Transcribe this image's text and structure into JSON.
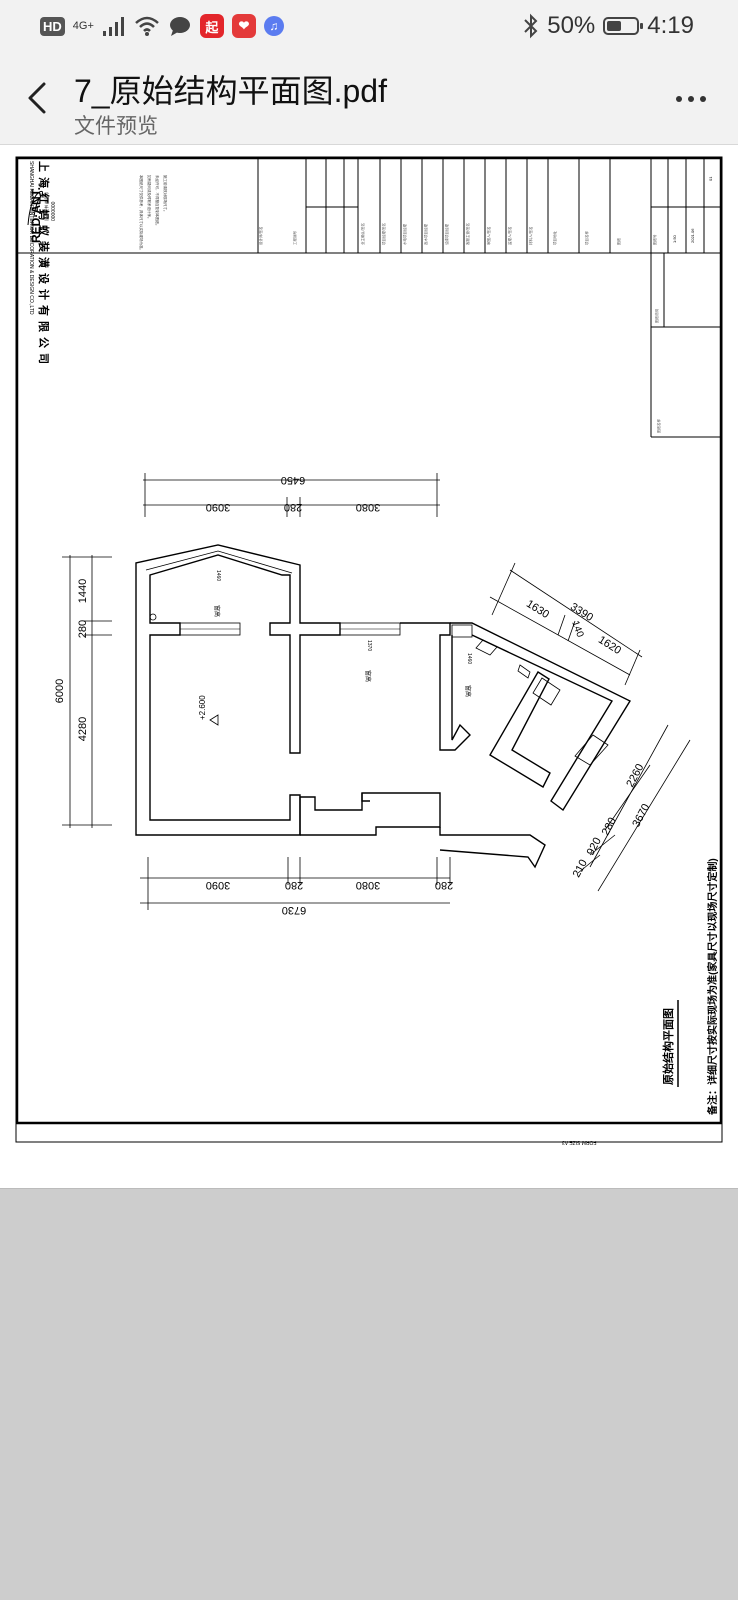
{
  "status_bar": {
    "hd": "HD",
    "network": "4G+",
    "battery_percent": "50%",
    "time": "4:19",
    "battery_level": 0.5
  },
  "header": {
    "title": "7_原始结构平面图.pdf",
    "subtitle": "文件预览"
  },
  "drawing": {
    "company_cn": "上海红蚂蚁装潢设计有限公司",
    "company_en": "SHANGHAI REDANT INTERIOR DECORATION & DESIGN CO.,LTD",
    "logo": "RED·ANT.",
    "logo_sub": "设计证书  编号号",
    "logo_num": "0000000",
    "sheet_title": "原始结构平面图",
    "remark": "备注：详细尺寸按实际现场为准(家具尺寸以现场尺寸定制)",
    "scale": "1:50",
    "date": "2021.06",
    "page_no": "01",
    "dims_top": {
      "total": "6450",
      "segments": [
        "3090",
        "280",
        "3080"
      ]
    },
    "dims_bottom": {
      "total": "6730",
      "segments": [
        "3090",
        "280",
        "3080",
        "280"
      ]
    },
    "dims_left": {
      "total": "6000",
      "segments": [
        "1440",
        "280",
        "4280"
      ]
    },
    "dims_right_top": [
      "3390",
      "1630",
      "140",
      "1620"
    ],
    "dims_right_side": [
      "2260",
      "3670",
      "280",
      "920",
      "210"
    ],
    "room_labels": [
      "窗高",
      "窗高",
      "窗高"
    ],
    "room_heights": [
      "1460",
      "1370",
      "1460"
    ],
    "level_mark": "+2.600"
  }
}
